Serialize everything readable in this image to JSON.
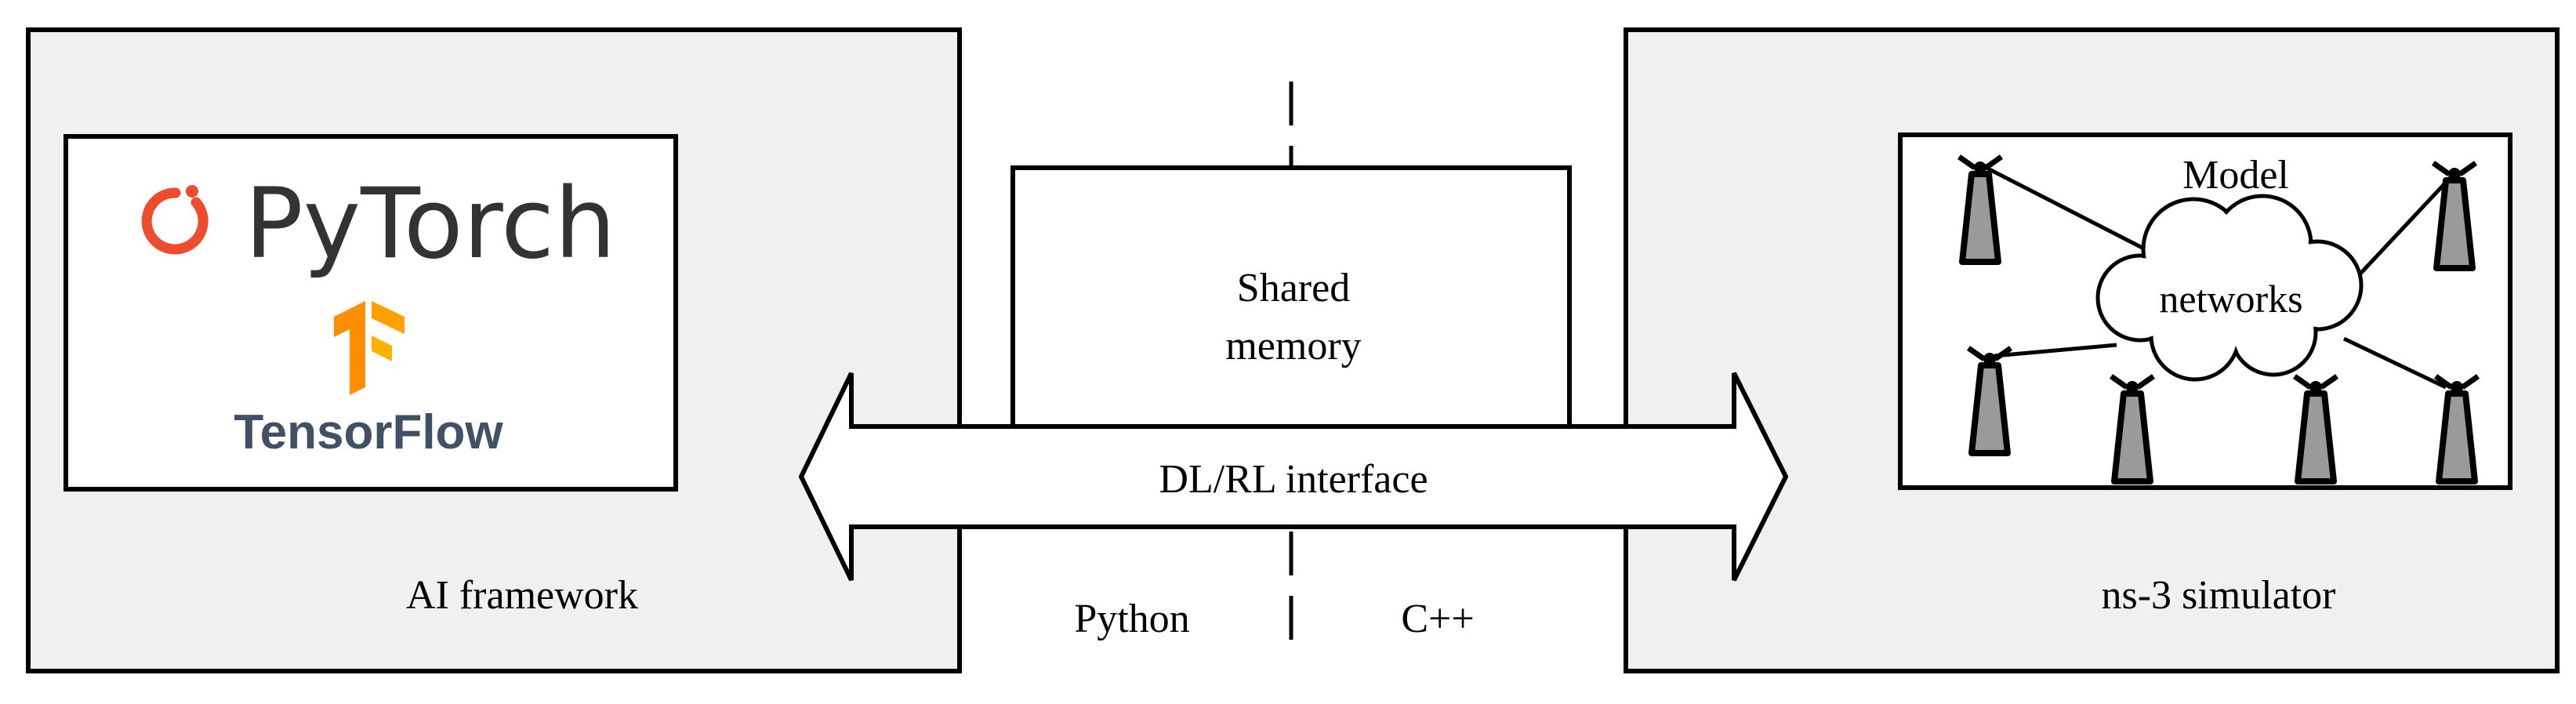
{
  "left_panel": {
    "label": "AI framework",
    "logos": {
      "pytorch": "PyTorch",
      "tensorflow": "TensorFlow"
    }
  },
  "center": {
    "shared_memory_line1": "Shared",
    "shared_memory_line2": "memory",
    "interface_label": "DL/RL interface",
    "left_language": "Python",
    "right_language": "C++"
  },
  "right_panel": {
    "label": "ns-3 simulator",
    "model_label": "Model",
    "cloud_label": "networks"
  },
  "colors": {
    "panel_fill": "#f0f0f0",
    "stroke": "#000000",
    "pytorch_orange": "#ee4c2c",
    "pytorch_text": "#333333",
    "tensorflow_orange": "#ff8f00",
    "tensorflow_text": "#425066",
    "antenna_gray": "#9a9a9a"
  }
}
